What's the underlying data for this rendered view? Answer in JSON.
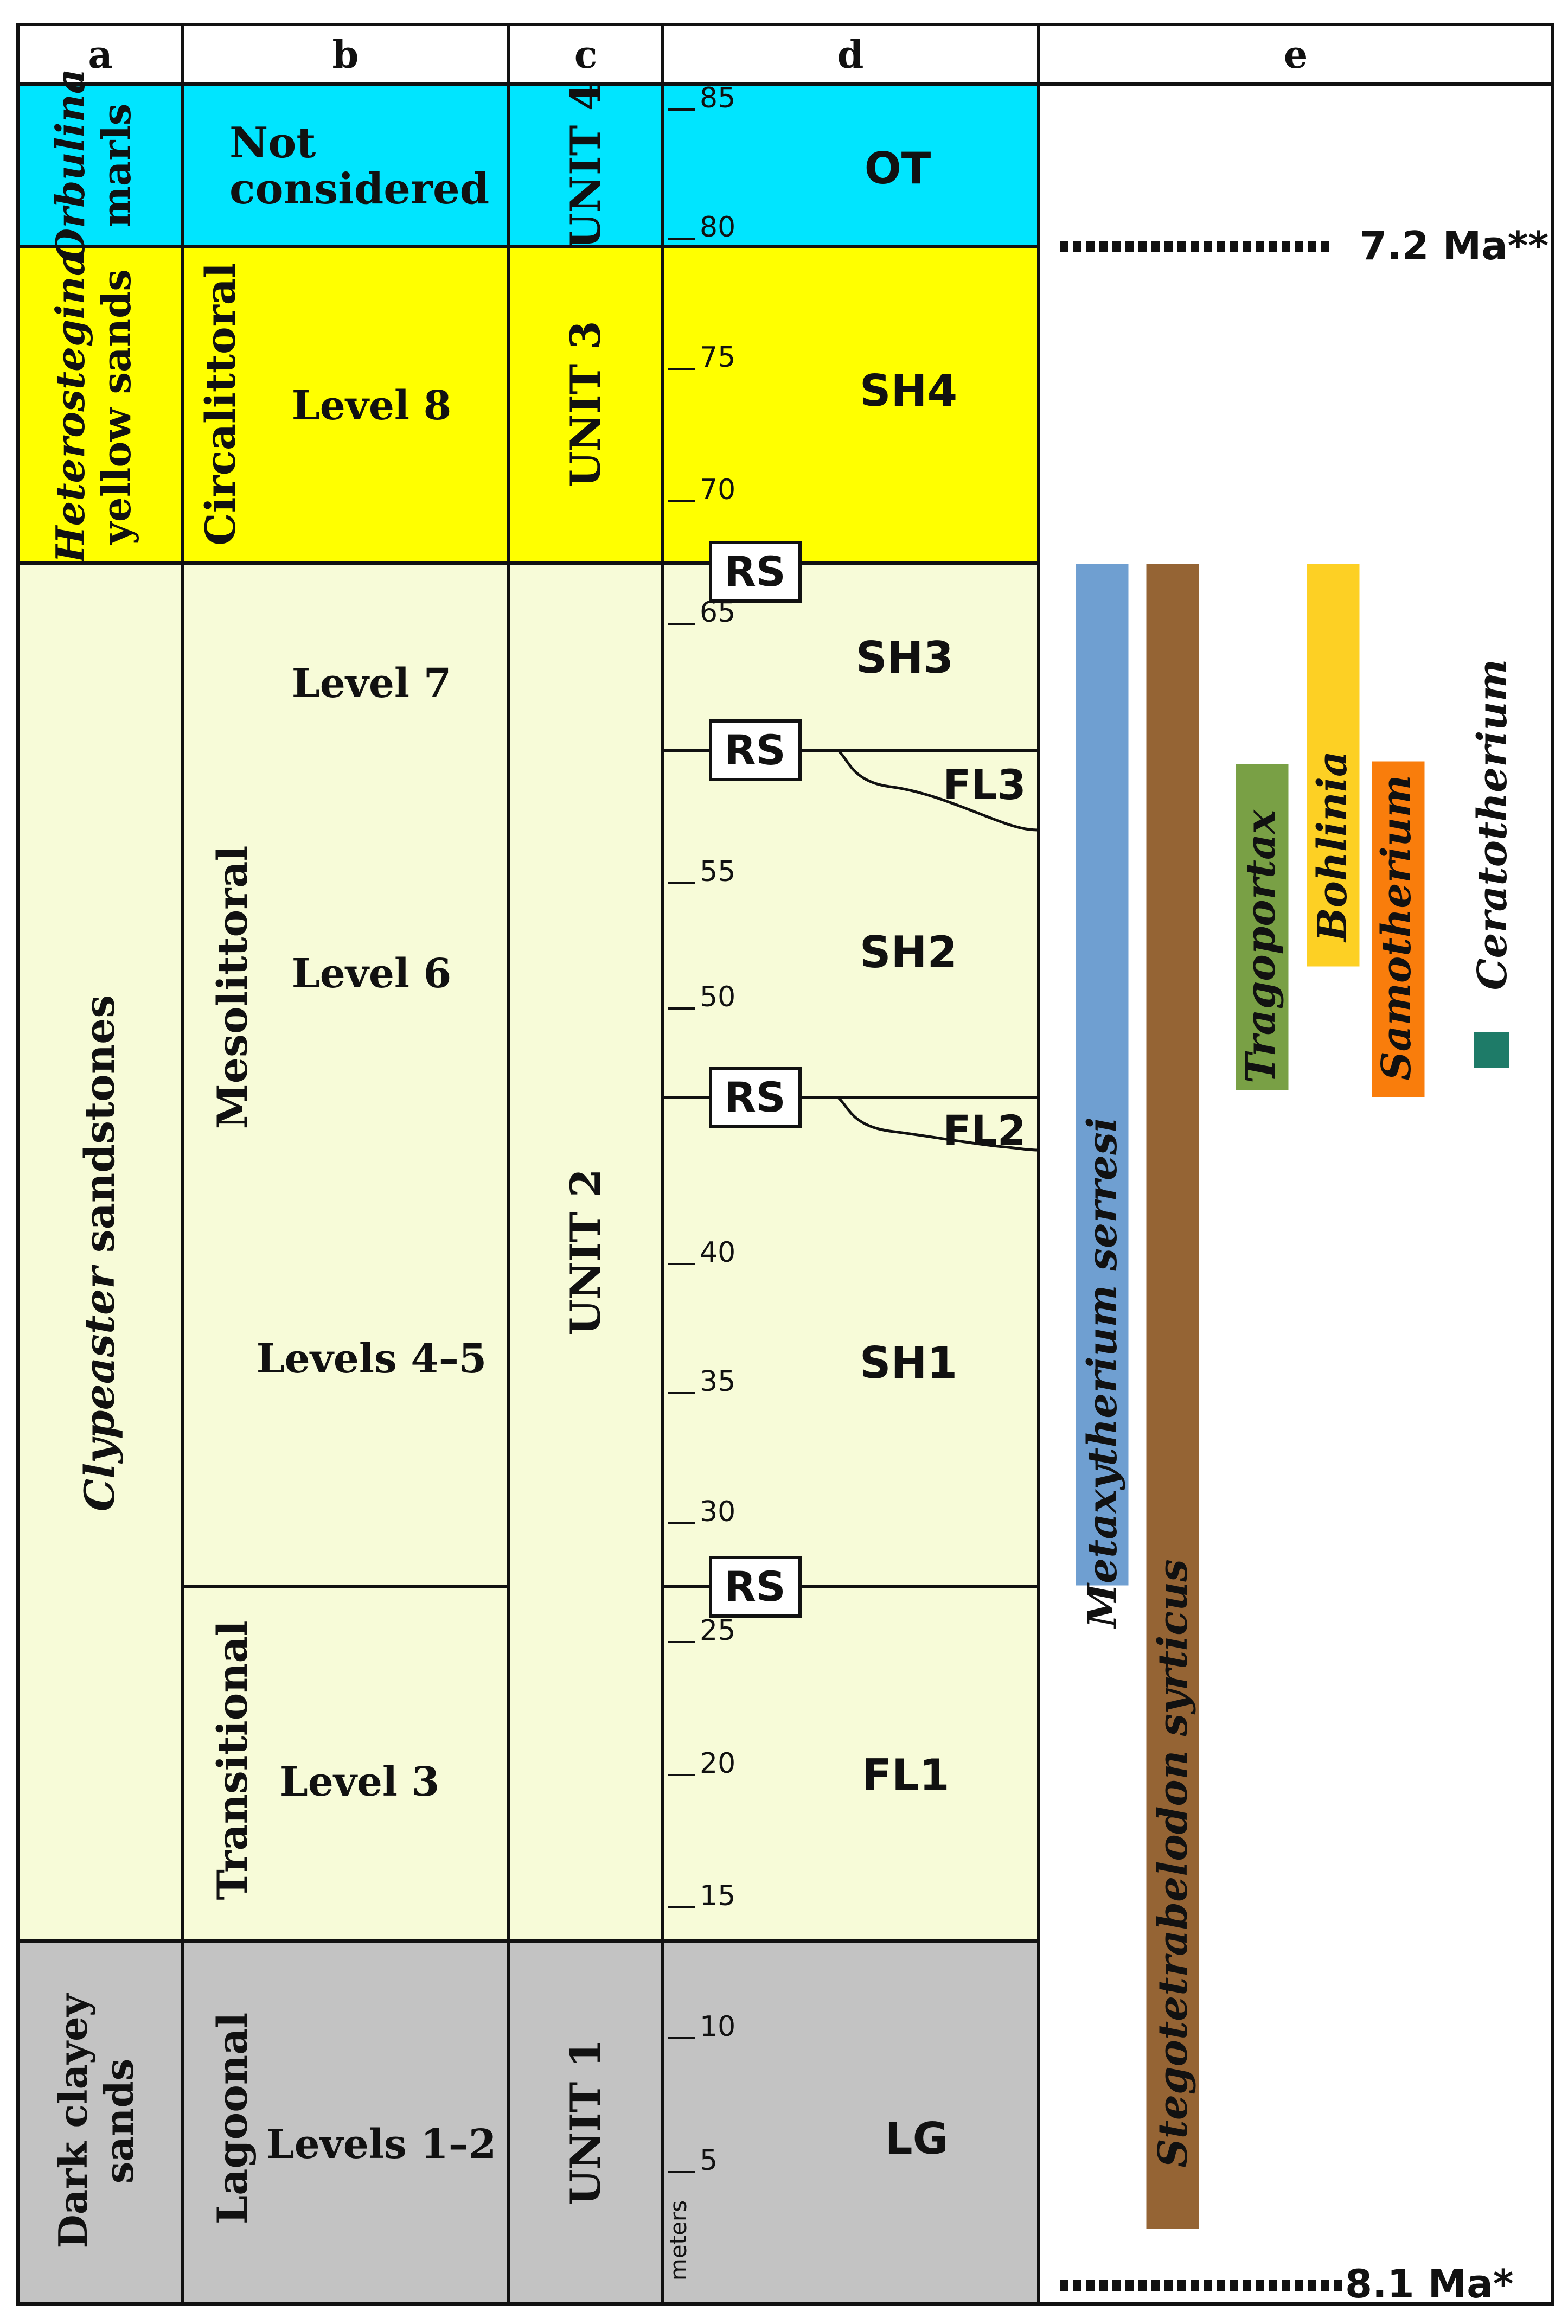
{
  "headers": {
    "a": "a",
    "b": "b",
    "c": "c",
    "d": "d",
    "e": "e"
  },
  "col_a": {
    "orbulina_1": "Orbulina",
    "orbulina_2": "marls",
    "heterostegina_1": "Heterostegina",
    "heterostegina_2": "yellow sands",
    "clypeaster_1": "Clypeaster",
    "clypeaster_2": " sandstones",
    "dark_1": "Dark clayey",
    "dark_2": "sands"
  },
  "col_b": {
    "not_considered_1": "Not",
    "not_considered_2": "considered",
    "circalittoral": "Circalittoral",
    "level8": "Level 8",
    "mesolittoral": "Mesolittoral",
    "level7": "Level 7",
    "level6": "Level 6",
    "levels45": "Levels 4–5",
    "transitional": "Transitional",
    "level3": "Level 3",
    "lagoonal": "Lagoonal",
    "levels12": "Levels 1–2"
  },
  "col_c": {
    "unit4": "UNIT 4",
    "unit3": "UNIT 3",
    "unit2": "UNIT 2",
    "unit1": "UNIT 1"
  },
  "col_d": {
    "ticks": [
      "5",
      "10",
      "15",
      "20",
      "25",
      "30",
      "35",
      "40",
      "50",
      "55",
      "65",
      "70",
      "75",
      "80",
      "85"
    ],
    "unit_label": "meters",
    "facies": {
      "ot": "OT",
      "sh4": "SH4",
      "sh3": "SH3",
      "fl3": "FL3",
      "sh2": "SH2",
      "fl2": "FL2",
      "sh1": "SH1",
      "fl1": "FL1",
      "lg": "LG"
    },
    "rs_label": "RS"
  },
  "col_e": {
    "age_top": "7.2 Ma**",
    "age_bottom": "8.1 Ma*",
    "taxa": [
      {
        "name": "Metaxytherium serresi",
        "color": "#6f9fd1"
      },
      {
        "name": "Stegotetrabelodon syrticus",
        "color": "#956434"
      },
      {
        "name": "Tragoportax",
        "color": "#79a045"
      },
      {
        "name": "Bohlinia",
        "color": "#fdd024"
      },
      {
        "name": "Samotherium",
        "color": "#f97d0c"
      },
      {
        "name": "Ceratotherium",
        "color": "#1e7b68"
      }
    ]
  },
  "colors": {
    "unit4": "#00e5ff",
    "unit3": "#ffff00",
    "unit2": "#f7fbd8",
    "unit1": "#c3c3c3",
    "lines": "#111111"
  }
}
